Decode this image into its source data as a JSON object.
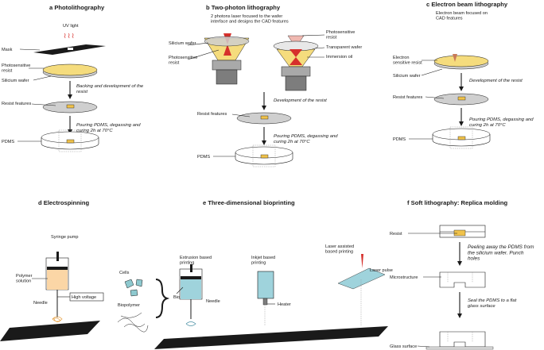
{
  "panels": {
    "a": {
      "title": "a  Photolithography",
      "uv": "UV light",
      "mask": "Mask",
      "photoresist": "Photosensitive resist",
      "wafer": "Silicium wafer",
      "step1": "Backing and development of the resist",
      "resist": "Resist features",
      "step2": "Pouring PDMS, degassing and curing 2h at 70°C",
      "pdms": "PDMS"
    },
    "b": {
      "title": "b  Two-photon lithography",
      "desc": "2 photons laser focused to the wafer interface and designs the CAD features",
      "wafer": "Silicium wafer",
      "photoresist_left": "Photosensitive resist",
      "photoresist_right": "Photosensitive resist",
      "transparent": "Transparent wafer",
      "oil": "Immersion oil",
      "step1": "Development of the resist",
      "resist": "Resist features",
      "step2": "Pouring PDMS, degassing and curing 2h at 70°C",
      "pdms": "PDMS"
    },
    "c": {
      "title": "c  Electron beam lithography",
      "desc": "Electron beam focused on CAD features",
      "eresist": "Electron sensitive resist",
      "wafer": "Silicium wafer",
      "step1": "Development of the resist",
      "resist": "Resist features",
      "step2": "Pouring PDMS, degassing and curing 2h at 70°C",
      "pdms": "PDMS"
    },
    "d": {
      "title": "d  Electrospinning",
      "pump": "Syringe pump",
      "polymer": "Polymer solution",
      "needle": "Needle",
      "voltage": "High voltage"
    },
    "e": {
      "title": "e  Three-dimensional bioprinting",
      "extrusion": "Extrusion based printing",
      "inkjet": "Inkjet based printing",
      "laser": "Laser assisted based printing",
      "cells": "Cells",
      "biopolymer": "Biopolymer",
      "bioink": "Bioink",
      "needle": "Needle",
      "heater": "Heater",
      "pulse": "Laser pulse"
    },
    "f": {
      "title": "f  Soft lithography: Replica molding",
      "resist": "Resist",
      "step1": "Peeling away the PDMS from the silicium wafer. Punch holes",
      "micro": "Microstructure",
      "step2": "Seal the PDMS to a flat glass surface",
      "glass": "Glass surface"
    }
  },
  "colors": {
    "resist_yellow": "#f5dc7d",
    "resist_orange": "#f0c24a",
    "wafer_gray": "#cfcfcf",
    "liquid_peach": "#fbd6a6",
    "bioink_blue": "#9fd3dc",
    "laser_red": "#d6302c",
    "beam_brown": "#c97a58",
    "cell_teal": "#8ec9cf"
  },
  "icons": [
    "uv-light-icon",
    "arrow-down-icon",
    "objective-lens-icon",
    "syringe-icon",
    "cell-icon"
  ]
}
